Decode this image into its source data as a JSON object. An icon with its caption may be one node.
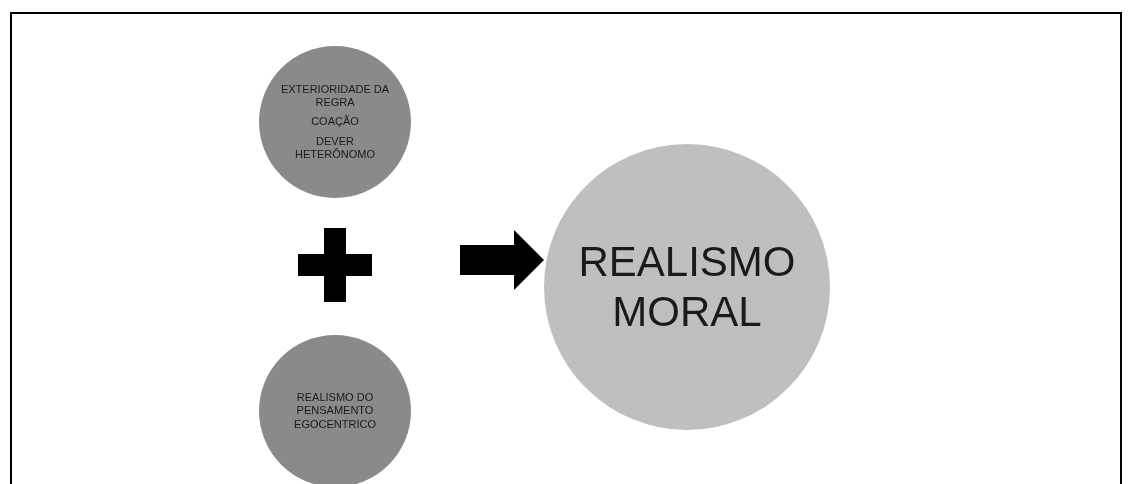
{
  "diagram": {
    "nodes": [
      {
        "text": [
          "EXTERIORIDADE DA REGRA",
          "COAÇÃO",
          "DEVER HETERÔNOMO"
        ]
      },
      {
        "text": [
          "REALISMO DO PENSAMENTO EGOCENTRICO"
        ]
      },
      {
        "text": [
          "REALISMO MORAL"
        ]
      }
    ],
    "edges": [
      {
        "from": null,
        "to": 2,
        "arrow": "to",
        "style": "thick"
      }
    ]
  }
}
